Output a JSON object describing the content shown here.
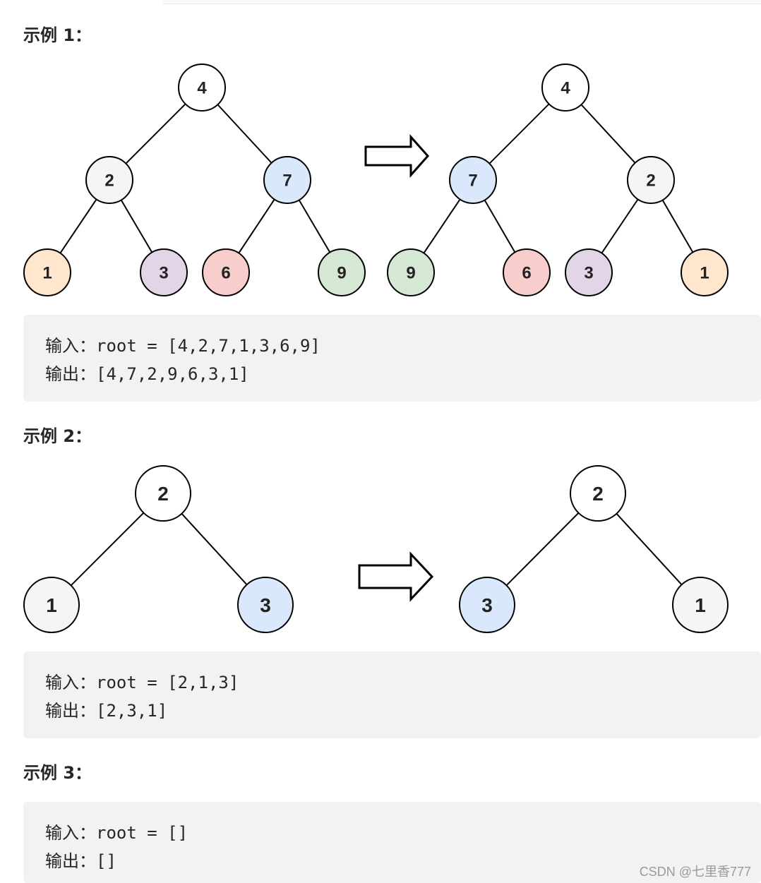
{
  "colors": {
    "white": "#ffffff",
    "gray": "#f5f5f5",
    "blue": "#dae8fc",
    "orange": "#ffe6cc",
    "purple": "#e1d5e7",
    "red": "#f8cecc",
    "green": "#d5e8d4",
    "stroke": "#000000",
    "code_bg": "#f1f2f4"
  },
  "examples": [
    {
      "heading": "示例 1：",
      "input_label": "输入：",
      "input_value": "root = [4,2,7,1,3,6,9]",
      "output_label": "输出：",
      "output_value": "[4,7,2,9,6,3,1]",
      "before_tree": [
        {
          "value": "4",
          "color": "white",
          "parent": null
        },
        {
          "value": "2",
          "color": "gray",
          "parent": 0
        },
        {
          "value": "7",
          "color": "blue",
          "parent": 0
        },
        {
          "value": "1",
          "color": "orange",
          "parent": 1
        },
        {
          "value": "3",
          "color": "purple",
          "parent": 1
        },
        {
          "value": "6",
          "color": "red",
          "parent": 2
        },
        {
          "value": "9",
          "color": "green",
          "parent": 2
        }
      ],
      "after_tree": [
        {
          "value": "4",
          "color": "white",
          "parent": null
        },
        {
          "value": "7",
          "color": "blue",
          "parent": 0
        },
        {
          "value": "2",
          "color": "gray",
          "parent": 0
        },
        {
          "value": "9",
          "color": "green",
          "parent": 1
        },
        {
          "value": "6",
          "color": "red",
          "parent": 1
        },
        {
          "value": "3",
          "color": "purple",
          "parent": 2
        },
        {
          "value": "1",
          "color": "orange",
          "parent": 2
        }
      ],
      "arrow": "right-arrow"
    },
    {
      "heading": "示例 2：",
      "input_label": "输入：",
      "input_value": "root = [2,1,3]",
      "output_label": "输出：",
      "output_value": "[2,3,1]",
      "before_tree": [
        {
          "value": "2",
          "color": "white",
          "parent": null
        },
        {
          "value": "1",
          "color": "gray",
          "parent": 0
        },
        {
          "value": "3",
          "color": "blue",
          "parent": 0
        }
      ],
      "after_tree": [
        {
          "value": "2",
          "color": "white",
          "parent": null
        },
        {
          "value": "3",
          "color": "blue",
          "parent": 0
        },
        {
          "value": "1",
          "color": "gray",
          "parent": 0
        }
      ],
      "arrow": "right-arrow"
    },
    {
      "heading": "示例 3：",
      "input_label": "输入：",
      "input_value": "root = []",
      "output_label": "输出：",
      "output_value": "[]"
    }
  ],
  "watermark": "CSDN @七里香777"
}
